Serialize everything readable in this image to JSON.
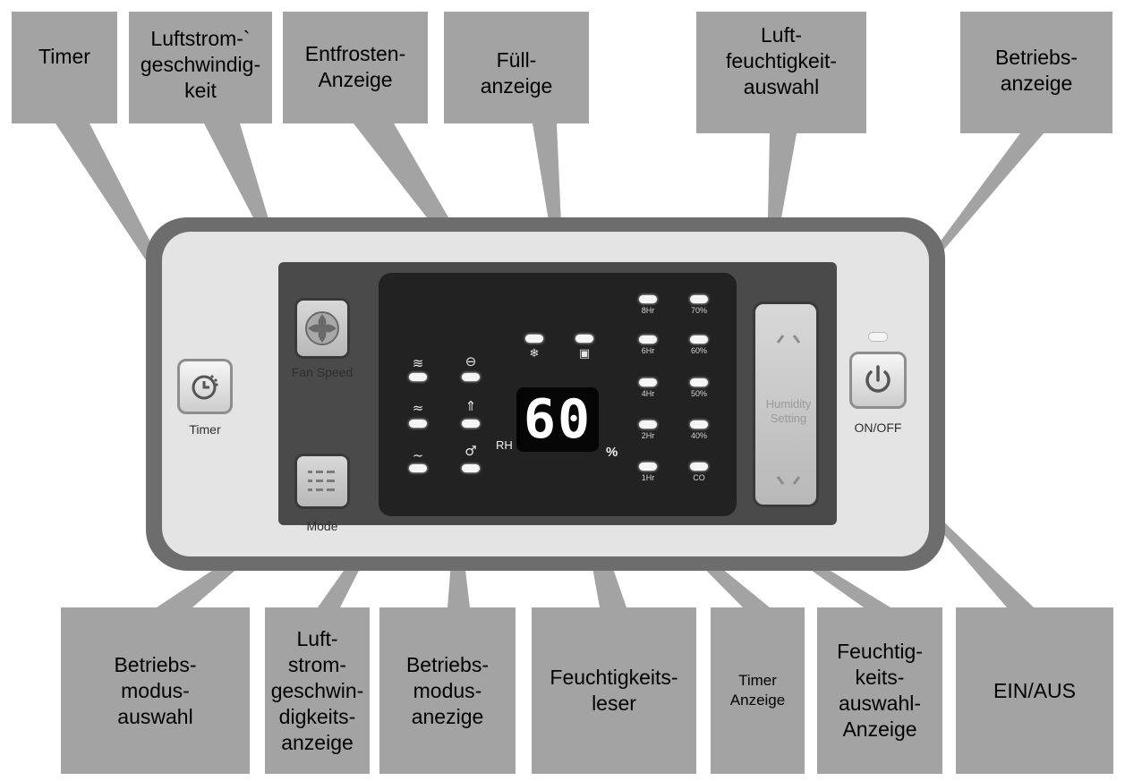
{
  "callouts": {
    "timer": [
      "Timer"
    ],
    "fan_speed": [
      "Luftstrom-`",
      "geschwindig-",
      "keit"
    ],
    "defrost": [
      "Entfrosten-",
      "Anzeige"
    ],
    "fill": [
      "Füll-",
      "anzeige"
    ],
    "humidity_select": [
      "Luft-",
      "feuchtigkeit-",
      "auswahl"
    ],
    "power_indicator": [
      "Betriebs-",
      "anzeige"
    ],
    "mode_select": [
      "Betriebs-",
      "modus-",
      "auswahl"
    ],
    "fan_speed_indicator": [
      "Luft-",
      "strom-",
      "geschwin-",
      "digkeits-",
      "anzeige"
    ],
    "mode_indicator": [
      "Betriebs-",
      "modus-",
      "anezige"
    ],
    "humidity_reader": [
      "Feuchtigkeits-",
      "leser"
    ],
    "timer_indicator": [
      "Timer",
      "Anzeige"
    ],
    "humidity_select_indicator": [
      "Feuchtig-",
      "keits-",
      "auswahl-",
      "Anzeige"
    ],
    "on_off": [
      "EIN/AUS"
    ]
  },
  "panel": {
    "timer_label": "Timer",
    "fan_speed_label": "Fan Speed",
    "mode_label": "Mode",
    "humidity_setting_label": [
      "Humidity",
      "Setting"
    ],
    "on_off_label": "ON/OFF",
    "display_value": "60",
    "rh_label": "RH",
    "percent_label": "%",
    "timer_hours": [
      "8Hr",
      "6Hr",
      "4Hr",
      "2Hr",
      "1Hr"
    ],
    "humidity_levels": [
      "70%",
      "60%",
      "50%",
      "40%",
      "CO"
    ]
  },
  "icons": {
    "fan_speed_symbols": [
      "≋",
      "≈",
      "~"
    ],
    "mode_symbols": [
      "⊖",
      "⇑",
      "♂"
    ],
    "defrost_symbol": "❄",
    "fill_symbol": "▣"
  },
  "colors": {
    "callout_box": "#a3a3a3",
    "panel_frame": "#6d6d6d",
    "panel_face": "#e4e4e4",
    "display_panel": "#222222"
  }
}
